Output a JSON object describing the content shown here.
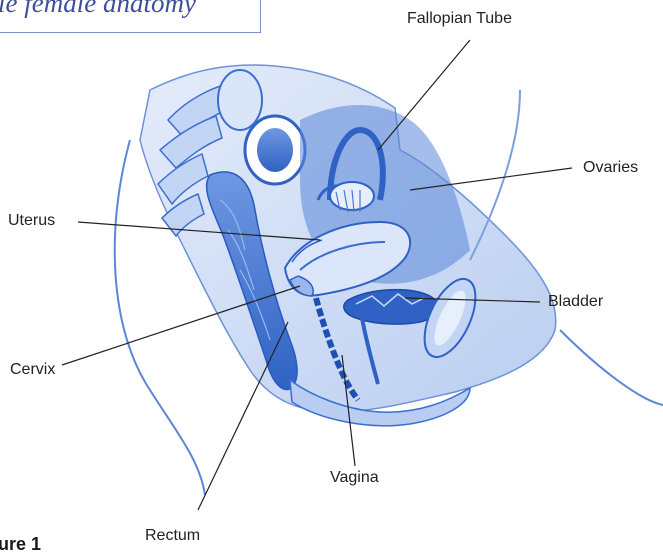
{
  "diagram": {
    "title_fragment": "le female anatomy",
    "figure_fragment": "ure 1",
    "labels": {
      "fallopian_tube": "Fallopian Tube",
      "ovaries": "Ovaries",
      "uterus": "Uterus",
      "bladder": "Bladder",
      "cervix": "Cervix",
      "vagina": "Vagina",
      "rectum": "Rectum"
    },
    "colors": {
      "illustration": "#3a6fcf",
      "illustration_light": "#c9daf5",
      "leader_line": "#222222",
      "title": "#3c4f9c"
    }
  }
}
